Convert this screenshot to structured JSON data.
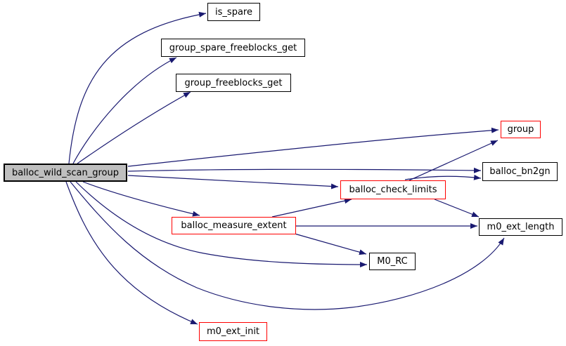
{
  "diagram": {
    "type": "doxygen-call-graph",
    "colors": {
      "edge": "#191970",
      "node_border": "#000000",
      "truncated_node_border": "#ff0000",
      "node_fill": "#ffffff",
      "current_node_fill": "#bfbfbf",
      "text": "#000000",
      "background": "#ffffff"
    }
  },
  "nodes": {
    "balloc_wild_scan_group": {
      "label": "balloc_wild_scan_group",
      "style": "current"
    },
    "is_spare": {
      "label": "is_spare",
      "style": "normal"
    },
    "group_spare_freeblocks_get": {
      "label": "group_spare_freeblocks_get",
      "style": "normal"
    },
    "group_freeblocks_get": {
      "label": "group_freeblocks_get",
      "style": "normal"
    },
    "group": {
      "label": "group",
      "style": "truncated"
    },
    "balloc_bn2gn": {
      "label": "balloc_bn2gn",
      "style": "normal"
    },
    "balloc_check_limits": {
      "label": "balloc_check_limits",
      "style": "truncated"
    },
    "m0_ext_length": {
      "label": "m0_ext_length",
      "style": "normal"
    },
    "balloc_measure_extent": {
      "label": "balloc_measure_extent",
      "style": "truncated"
    },
    "M0_RC": {
      "label": "M0_RC",
      "style": "normal"
    },
    "m0_ext_init": {
      "label": "m0_ext_init",
      "style": "truncated"
    }
  },
  "edges": [
    {
      "from": "balloc_wild_scan_group",
      "to": "is_spare"
    },
    {
      "from": "balloc_wild_scan_group",
      "to": "group_spare_freeblocks_get"
    },
    {
      "from": "balloc_wild_scan_group",
      "to": "group_freeblocks_get"
    },
    {
      "from": "balloc_wild_scan_group",
      "to": "group"
    },
    {
      "from": "balloc_wild_scan_group",
      "to": "balloc_bn2gn"
    },
    {
      "from": "balloc_wild_scan_group",
      "to": "balloc_check_limits"
    },
    {
      "from": "balloc_wild_scan_group",
      "to": "balloc_measure_extent"
    },
    {
      "from": "balloc_wild_scan_group",
      "to": "M0_RC"
    },
    {
      "from": "balloc_wild_scan_group",
      "to": "m0_ext_length"
    },
    {
      "from": "balloc_wild_scan_group",
      "to": "m0_ext_init"
    },
    {
      "from": "balloc_measure_extent",
      "to": "balloc_check_limits"
    },
    {
      "from": "balloc_measure_extent",
      "to": "m0_ext_length"
    },
    {
      "from": "balloc_measure_extent",
      "to": "M0_RC"
    },
    {
      "from": "balloc_check_limits",
      "to": "group"
    },
    {
      "from": "balloc_check_limits",
      "to": "balloc_bn2gn"
    },
    {
      "from": "balloc_check_limits",
      "to": "m0_ext_length"
    }
  ]
}
